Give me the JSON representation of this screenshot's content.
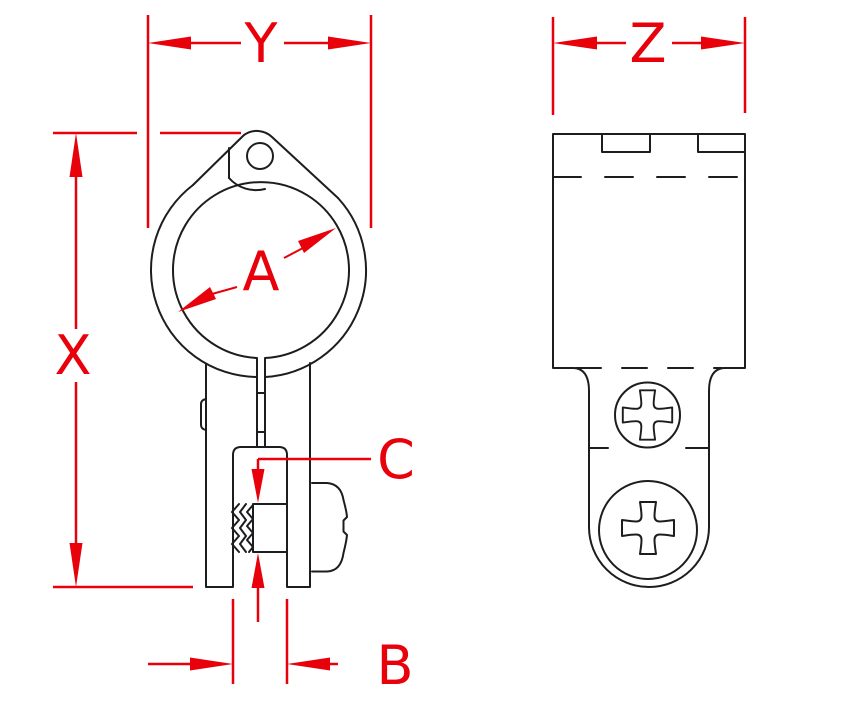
{
  "drawing": {
    "kind": "technical-dimension-drawing",
    "part": "split ring clamp with mounting tab, two views",
    "labels": {
      "a": "A",
      "b": "B",
      "c": "C",
      "x": "X",
      "y": "Y",
      "z": "Z"
    },
    "colors": {
      "dimension_red": "#e8000b",
      "line_black": "#1d1d1f",
      "background": "#ffffff"
    }
  }
}
